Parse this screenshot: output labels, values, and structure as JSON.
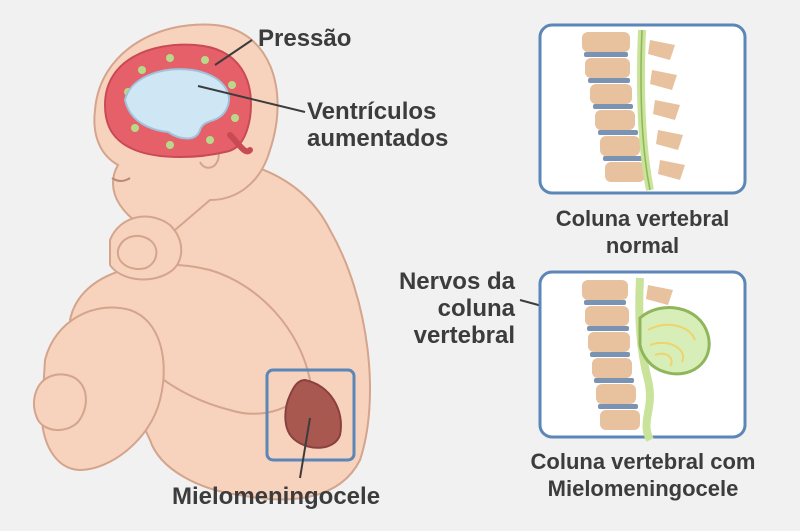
{
  "labels": {
    "pressure": "Pressão",
    "ventricles_line1": "Ventrículos",
    "ventricles_line2": "aumentados",
    "normal_line1": "Coluna vertebral",
    "normal_line2": "normal",
    "nerves_line1": "Nervos da",
    "nerves_line2": "coluna",
    "nerves_line3": "vertebral",
    "lesion": "Mielomeningocele",
    "affected_line1": "Coluna vertebral com",
    "affected_line2": "Mielomeningocele"
  },
  "colors": {
    "background": "#f1f1f1",
    "skin": "#f7d3bd",
    "skin_outline": "#d4a48c",
    "brain": "#e6606a",
    "ventricle": "#cfe6f4",
    "frame": "#5b86b7",
    "vertebra": "#e8c19e",
    "disc": "#7b93b3",
    "spinal_cord": "#c9e39a",
    "lesion": "#a95850"
  }
}
